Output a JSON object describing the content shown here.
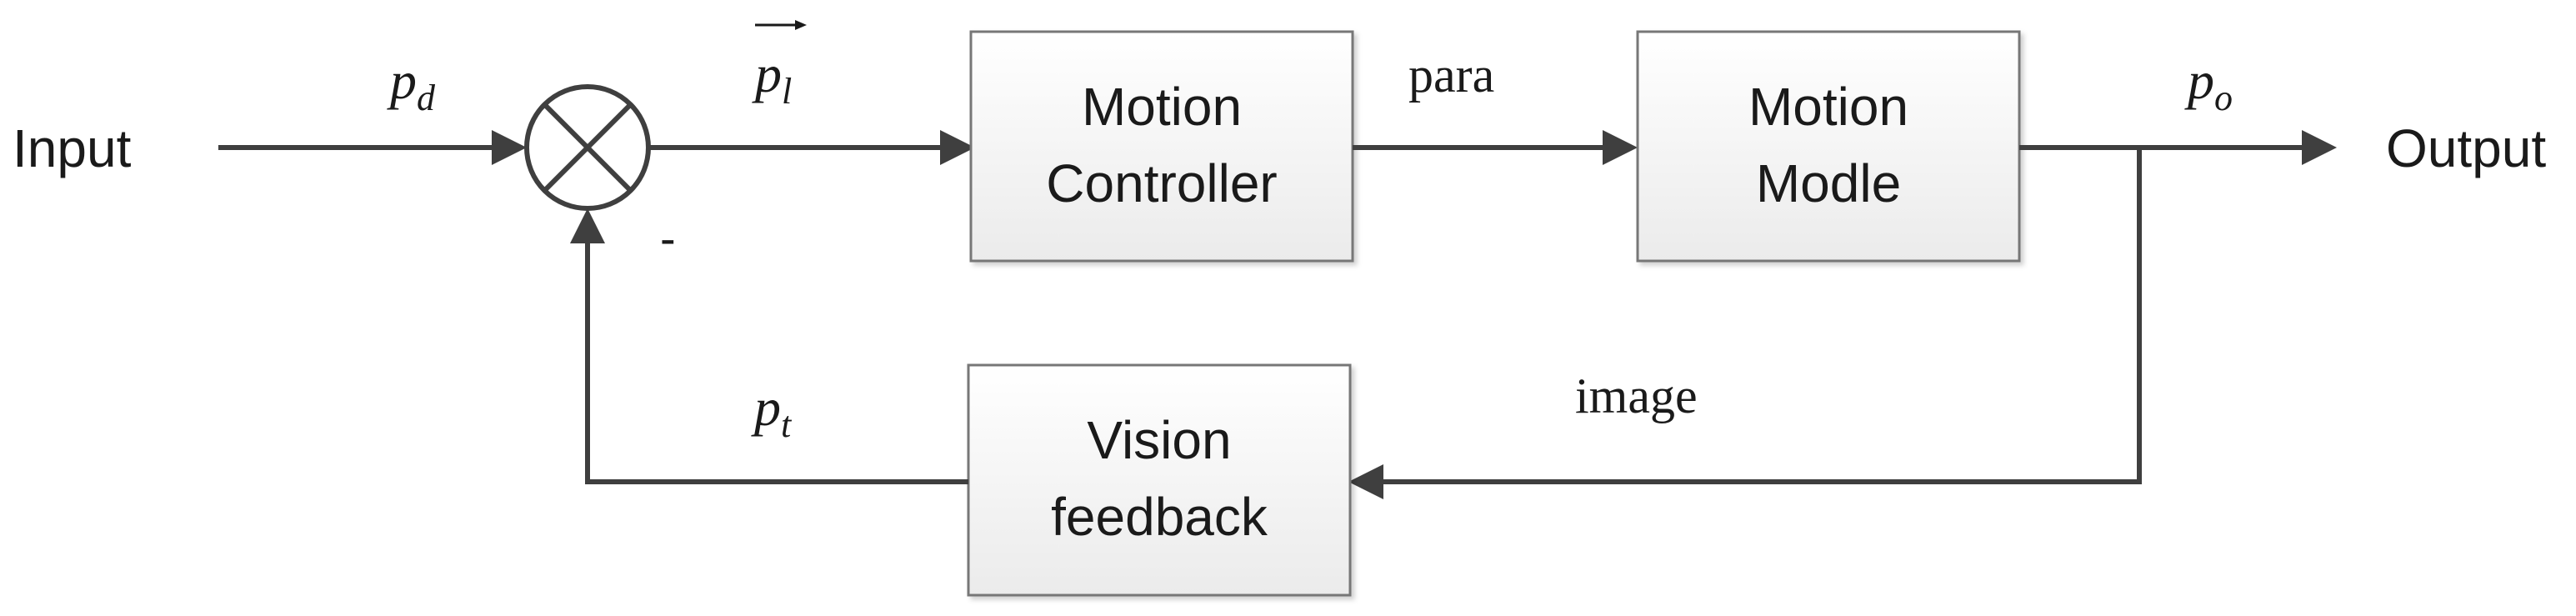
{
  "input_label": "Input",
  "output_label": "Output",
  "signals": {
    "p_d": {
      "base": "p",
      "sub": "d"
    },
    "p_l": {
      "base": "p",
      "sub": "l"
    },
    "p_o": {
      "base": "p",
      "sub": "o"
    },
    "p_t": {
      "base": "p",
      "sub": "t"
    },
    "para": "para",
    "image": "image",
    "minus": "-"
  },
  "blocks": {
    "motion_controller": {
      "line1": "Motion",
      "line2": "Controller"
    },
    "motion_model": {
      "line1": "Motion",
      "line2": "Modle"
    },
    "vision_feedback": {
      "line1": "Vision",
      "line2": "feedback"
    }
  },
  "colors": {
    "line": "#3f3f3f",
    "box_fill_top": "#ffffff",
    "box_fill_bottom": "#ebebeb",
    "box_border": "#777777",
    "text": "#1a1a1a"
  }
}
